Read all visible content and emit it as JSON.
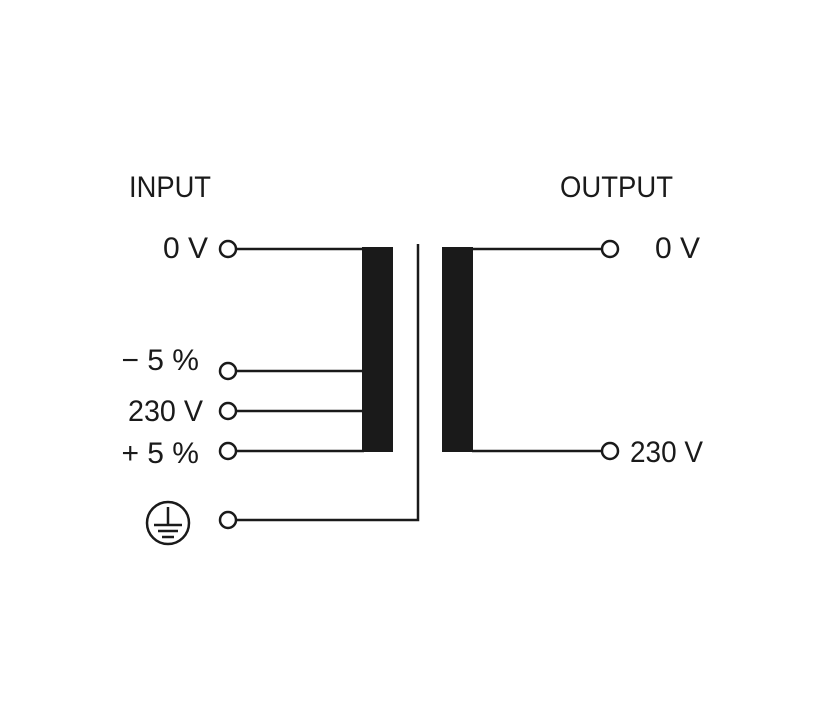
{
  "input": {
    "title": "INPUT",
    "terminals": [
      "0 V",
      "− 5 %",
      "230 V",
      "+ 5 %"
    ],
    "ground_icon": "protective-earth-icon"
  },
  "output": {
    "title": "OUTPUT",
    "terminals": [
      "0 V",
      "230 V"
    ]
  },
  "colors": {
    "line": "#1a1a1a",
    "background": "#ffffff"
  }
}
